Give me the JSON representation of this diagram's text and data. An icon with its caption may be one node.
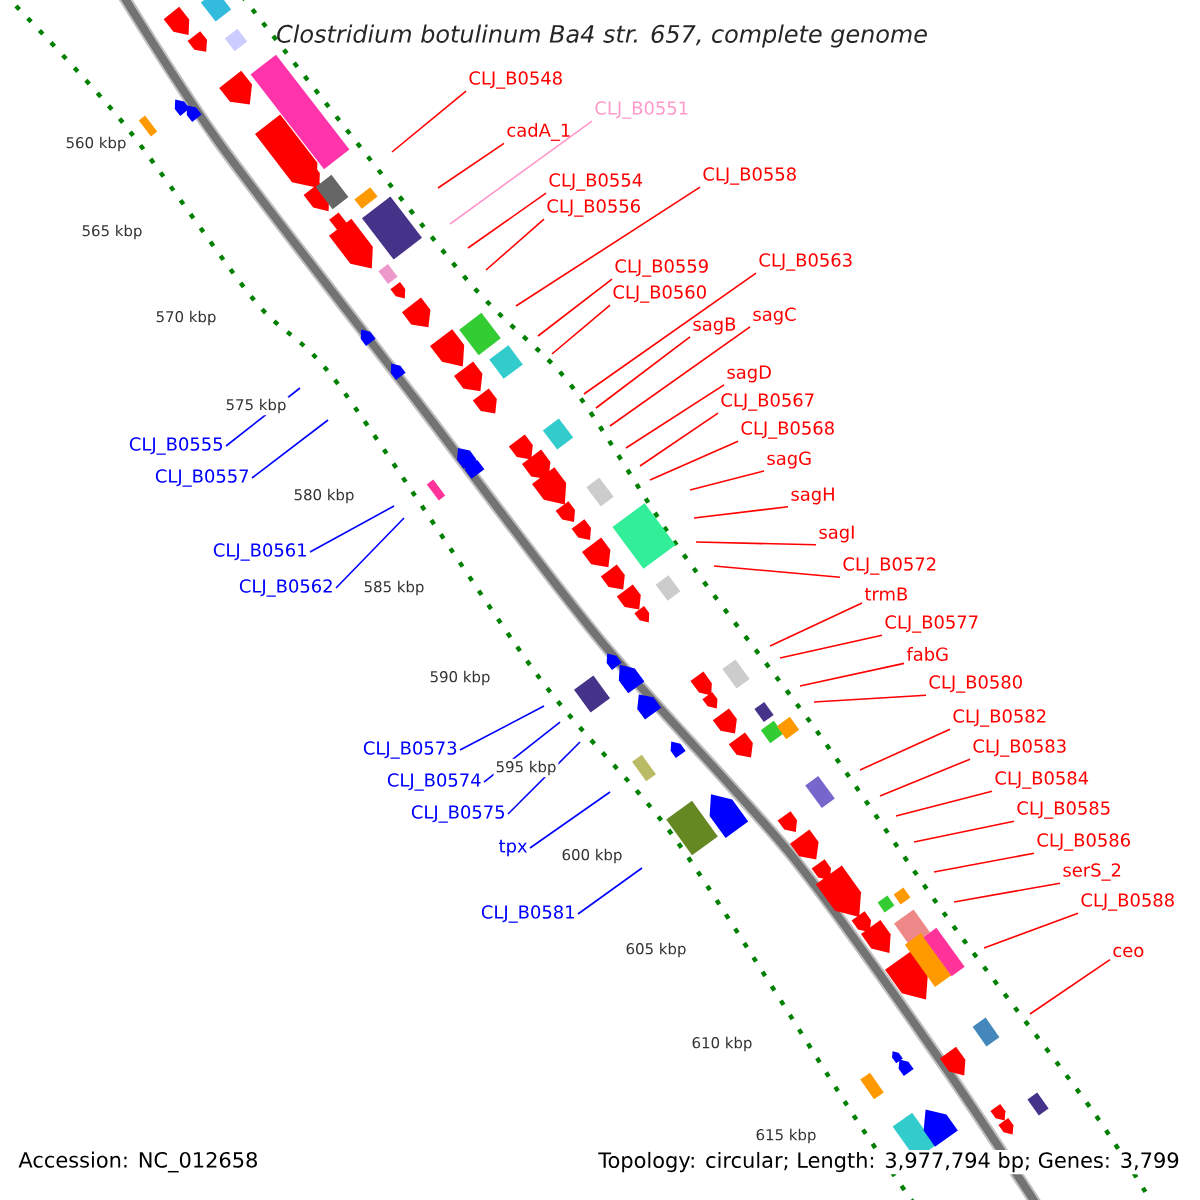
{
  "diagram": {
    "title": "Clostridium botulinum Ba4 str. 657, complete genome",
    "nodes": [
      {
        "text": [
          "CLJ_B0548"
        ]
      },
      {
        "text": [
          "CLJ_B0551"
        ]
      },
      {
        "text": [
          "cadA_1"
        ]
      },
      {
        "text": [
          "CLJ_B0558"
        ]
      },
      {
        "text": [
          "CLJ_B0554"
        ]
      },
      {
        "text": [
          "CLJ_B0556"
        ]
      },
      {
        "text": [
          "CLJ_B0563"
        ]
      },
      {
        "text": [
          "CLJ_B0559"
        ]
      },
      {
        "text": [
          "CLJ_B0560"
        ]
      },
      {
        "text": [
          "sagC"
        ]
      },
      {
        "text": [
          "sagB"
        ]
      },
      {
        "text": [
          "sagD"
        ]
      },
      {
        "text": [
          "CLJ_B0567"
        ]
      },
      {
        "text": [
          "CLJ_B0568"
        ]
      },
      {
        "text": [
          "CLJ_B0555"
        ]
      },
      {
        "text": [
          "sagG"
        ]
      },
      {
        "text": [
          "CLJ_B0557"
        ]
      },
      {
        "text": [
          "sagH"
        ]
      },
      {
        "text": [
          "sagI"
        ]
      },
      {
        "text": [
          "CLJ_B0561"
        ]
      },
      {
        "text": [
          "CLJ_B0572"
        ]
      },
      {
        "text": [
          "CLJ_B0562"
        ]
      },
      {
        "text": [
          "trmB"
        ]
      },
      {
        "text": [
          "CLJ_B0577"
        ]
      },
      {
        "text": [
          "fabG"
        ]
      },
      {
        "text": [
          "CLJ_B0580"
        ]
      },
      {
        "text": [
          "CLJ_B0582"
        ]
      },
      {
        "text": [
          "CLJ_B0583"
        ]
      },
      {
        "text": [
          "CLJ_B0573"
        ]
      },
      {
        "text": [
          "CLJ_B0584"
        ]
      },
      {
        "text": [
          "CLJ_B0574"
        ]
      },
      {
        "text": [
          "CLJ_B0585"
        ]
      },
      {
        "text": [
          "CLJ_B0575"
        ]
      },
      {
        "text": [
          "CLJ_B0586"
        ]
      },
      {
        "text": [
          "tpx"
        ]
      },
      {
        "text": [
          "serS_2"
        ]
      },
      {
        "text": [
          "CLJ_B0588"
        ]
      },
      {
        "text": [
          "CLJ_B0581"
        ]
      },
      {
        "text": [
          "ceo"
        ]
      }
    ],
    "edges": [
      {
        "from": 0,
        "to": null,
        "arrow": "none"
      },
      {
        "from": 1,
        "to": null,
        "arrow": "none",
        "color": "#ff99cc"
      },
      {
        "from": 2,
        "to": null,
        "arrow": "none"
      },
      {
        "from": 3,
        "to": null,
        "arrow": "none"
      },
      {
        "from": 4,
        "to": null,
        "arrow": "none"
      },
      {
        "from": 5,
        "to": null,
        "arrow": "none"
      },
      {
        "from": 6,
        "to": null,
        "arrow": "none"
      },
      {
        "from": 7,
        "to": null,
        "arrow": "none"
      },
      {
        "from": 8,
        "to": null,
        "arrow": "none"
      },
      {
        "from": 9,
        "to": null,
        "arrow": "none"
      },
      {
        "from": 10,
        "to": null,
        "arrow": "none"
      },
      {
        "from": 11,
        "to": null,
        "arrow": "none"
      },
      {
        "from": 12,
        "to": null,
        "arrow": "none"
      },
      {
        "from": 13,
        "to": null,
        "arrow": "none"
      },
      {
        "from": 14,
        "to": null,
        "arrow": "none",
        "color": "#0000ff"
      },
      {
        "from": 15,
        "to": null,
        "arrow": "none"
      },
      {
        "from": 16,
        "to": null,
        "arrow": "none",
        "color": "#0000ff"
      },
      {
        "from": 17,
        "to": null,
        "arrow": "none"
      },
      {
        "from": 18,
        "to": null,
        "arrow": "none"
      },
      {
        "from": 19,
        "to": null,
        "arrow": "none",
        "color": "#0000ff"
      },
      {
        "from": 20,
        "to": null,
        "arrow": "none"
      },
      {
        "from": 21,
        "to": null,
        "arrow": "none",
        "color": "#0000ff"
      },
      {
        "from": 22,
        "to": null,
        "arrow": "none"
      },
      {
        "from": 23,
        "to": null,
        "arrow": "none"
      },
      {
        "from": 24,
        "to": null,
        "arrow": "none"
      },
      {
        "from": 25,
        "to": null,
        "arrow": "none"
      },
      {
        "from": 26,
        "to": null,
        "arrow": "none"
      },
      {
        "from": 27,
        "to": null,
        "arrow": "none"
      },
      {
        "from": 28,
        "to": null,
        "arrow": "none",
        "color": "#0000ff"
      },
      {
        "from": 29,
        "to": null,
        "arrow": "none"
      },
      {
        "from": 30,
        "to": null,
        "arrow": "none",
        "color": "#0000ff"
      },
      {
        "from": 31,
        "to": null,
        "arrow": "none"
      },
      {
        "from": 32,
        "to": null,
        "arrow": "none",
        "color": "#0000ff"
      },
      {
        "from": 33,
        "to": null,
        "arrow": "none"
      },
      {
        "from": 34,
        "to": null,
        "arrow": "none",
        "color": "#0000ff"
      },
      {
        "from": 35,
        "to": null,
        "arrow": "none"
      },
      {
        "from": 36,
        "to": null,
        "arrow": "none"
      },
      {
        "from": 37,
        "to": null,
        "arrow": "none",
        "color": "#0000ff"
      },
      {
        "from": 38,
        "to": null,
        "arrow": "none"
      }
    ],
    "labels": [
      "560 kbp",
      "565 kbp",
      "570 kbp",
      "575 kbp",
      "580 kbp",
      "585 kbp",
      "590 kbp",
      "595 kbp",
      "600 kbp",
      "605 kbp",
      "610 kbp",
      "615 kbp",
      "Accession: NC_012658",
      "Topology: circular; Length: 3,977,794 bp; Genes: 3,799"
    ]
  }
}
